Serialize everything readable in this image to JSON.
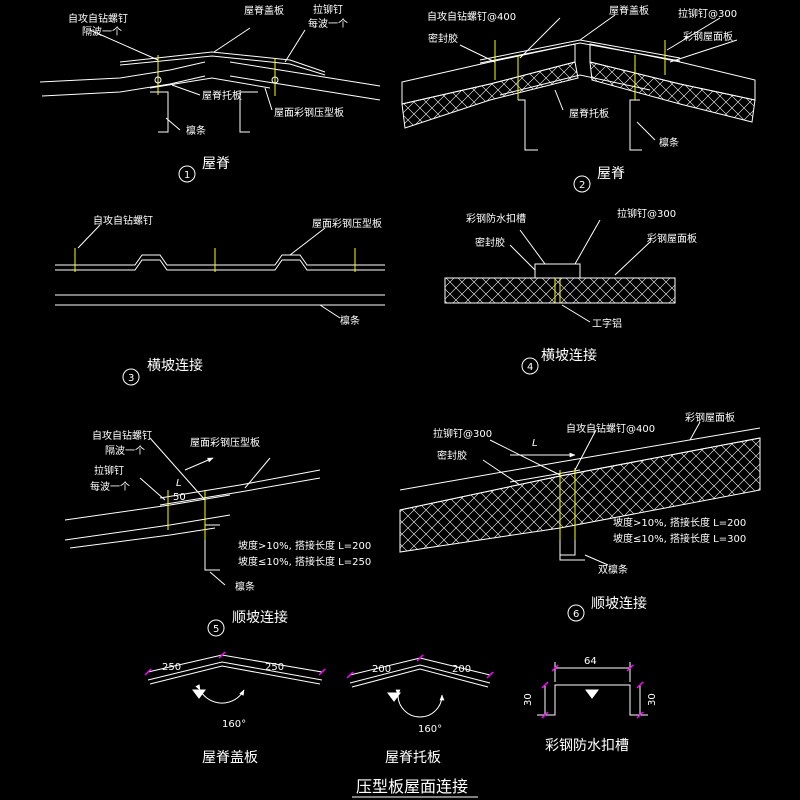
{
  "main_title": "压型板屋面连接",
  "details": {
    "d1": {
      "num": "1",
      "title": "屋脊",
      "l_screw1": "自攻自钻螺钉",
      "l_screw2": "隔波一个",
      "l_cover": "屋脊盖板",
      "l_rivet1": "拉铆钉",
      "l_rivet2": "每波一个",
      "l_support": "屋脊托板",
      "l_panel": "屋面彩钢压型板",
      "l_purlin": "檩条"
    },
    "d2": {
      "num": "2",
      "title": "屋脊",
      "l_screw": "自攻自钻螺钉@400",
      "l_cover": "屋脊盖板",
      "l_rivet": "拉铆钉@300",
      "l_sealant": "密封胶",
      "l_panel": "彩钢屋面板",
      "l_support": "屋脊托板",
      "l_purlin": "檩条"
    },
    "d3": {
      "num": "3",
      "title": "横坡连接",
      "l_screw": "自攻自钻螺钉",
      "l_panel": "屋面彩钢压型板",
      "l_purlin": "檩条"
    },
    "d4": {
      "num": "4",
      "title": "横坡连接",
      "l_cap": "彩钢防水扣槽",
      "l_rivet": "拉铆钉@300",
      "l_sealant": "密封胶",
      "l_panel": "彩钢屋面板",
      "l_ibeam": "工字铝"
    },
    "d5": {
      "num": "5",
      "title": "顺坡连接",
      "l_screw1": "自攻自钻螺钉",
      "l_screw2": "隔波一个",
      "l_panel": "屋面彩钢压型板",
      "l_rivet1": "拉铆钉",
      "l_rivet2": "每波一个",
      "dim_L": "L",
      "dim_50": "50",
      "note1": "坡度>10%, 搭接长度 L=200",
      "note2": "坡度≤10%, 搭接长度 L=250",
      "l_purlin": "檩条"
    },
    "d6": {
      "num": "6",
      "title": "顺坡连接",
      "l_rivet": "拉铆钉@300",
      "dim_L": "L",
      "l_screw": "自攻自钻螺钉@400",
      "l_panel": "彩钢屋面板",
      "l_sealant": "密封胶",
      "note1": "坡度>10%, 搭接长度 L=200",
      "note2": "坡度≤10%, 搭接长度 L=300",
      "l_purlin": "双檩条"
    }
  },
  "parts": {
    "ridge_cover": {
      "title": "屋脊盖板",
      "dim_left": "250",
      "dim_right": "250",
      "angle": "160°"
    },
    "ridge_support": {
      "title": "屋脊托板",
      "dim_left": "200",
      "dim_right": "200",
      "angle": "160°"
    },
    "cap_channel": {
      "title": "彩钢防水扣槽",
      "dim_top": "64",
      "dim_left": "30",
      "dim_right": "30"
    }
  },
  "colors": {
    "background": "#000000",
    "line": "#ffffff",
    "magenta": "#ff00ff",
    "cyan": "#00ffff"
  }
}
